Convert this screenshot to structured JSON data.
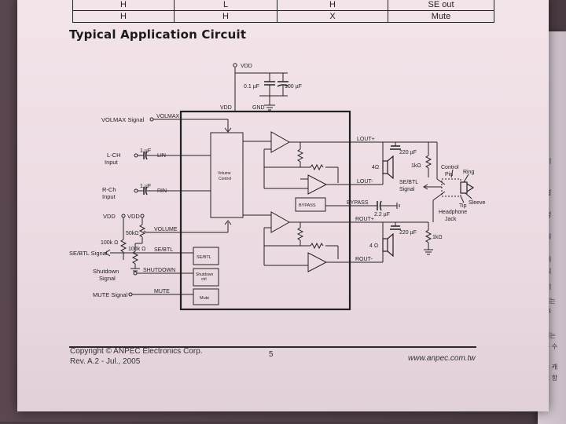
{
  "truth_table": {
    "rows": [
      [
        "H",
        "L",
        "H",
        "SE out"
      ],
      [
        "H",
        "H",
        "X",
        "Mute"
      ]
    ]
  },
  "section_title": "Typical Application Circuit",
  "schematic": {
    "vdd_top": "VDD",
    "cap_0_1": "0.1 µF",
    "cap_100": "100 µF",
    "vdd_pin": "VDD",
    "gnd_pin": "GND",
    "volmax_ext": "VOLMAX Signal",
    "volmax_pin": "VOLMAX",
    "lch_input": "L-CH Input",
    "cap_1uf_l": "1 µF",
    "lin_pin": "LIN-",
    "rch_input": "R-Ch Input",
    "cap_1uf_r": "1 µF",
    "rin_pin": "RIN-",
    "vdd_left1": "VDD",
    "vdd_left2": "VDD",
    "res_50k": "50kΩ",
    "res_100k": "100k Ω",
    "res_100k_2": "100k Ω",
    "volume_pin": "VOLUME",
    "sebtl_ext": "SE/BTL Signal",
    "sebtl_pin": "SE/BTL",
    "sebtl_block": "SE/BTL",
    "shutdown_ext": "Shutdown Signal",
    "shutdown_pin": "SHUTDOWN",
    "shutdown_block": "Shutdown ctrl",
    "mute_ext": "MUTE Signal",
    "mute_pin": "MUTE",
    "mute_block": "Mute",
    "volume_control": "Volume Control",
    "bypass_block": "BYPASS",
    "bypass_pin": "BYPASS",
    "cap_2_2": "2.2 µF",
    "lout_p": "LOUT+",
    "lout_n": "LOUT-",
    "rout_p": "ROUT+",
    "rout_n": "ROUT-",
    "cap_220_l": "220 µF",
    "cap_220_r": "220 µF",
    "spk_4ohm_l": "4Ω",
    "spk_4ohm_r": "4 Ω",
    "res_1k_l": "1kΩ",
    "res_1k_r": "1kΩ",
    "sebtl_out": "SE/BTL Signal",
    "control_pin": "Control Pin",
    "ring": "Ring",
    "sleeve": "Sleeve",
    "tip": "Tip",
    "headphone_jack": "Headphone Jack"
  },
  "footer": {
    "copyright": "Copyright © ANPEC Electronics Corp.",
    "revision": "Rev. A.2 - Jul., 2005",
    "page_number": "5",
    "url": "www.anpec.com.tw"
  },
  "side_page": {
    "lines": [
      "기",
      "설",
      "성",
      "되",
      "비",
      "디",
      "기",
      "이는",
      "구",
      "어는",
      "구 수",
      "는 캐",
      "코 항"
    ]
  }
}
